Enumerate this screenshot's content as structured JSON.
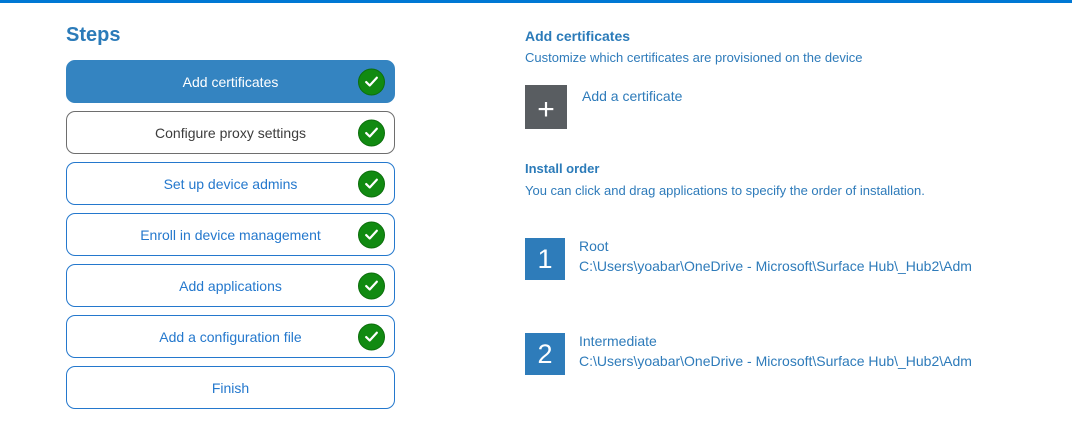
{
  "colors": {
    "top_rule": "#0078d4",
    "selected_step_bg": "#3484c1",
    "step_blue": "#2478cd",
    "heading_blue": "#2b7bb9",
    "check_green": "#118a11",
    "add_tile_gray": "#595d61",
    "number_tile_blue": "#2e7cba"
  },
  "sidebar": {
    "title": "Steps",
    "steps": [
      {
        "label": "Add certificates",
        "state": "selected",
        "checked": true
      },
      {
        "label": "Configure proxy settings",
        "state": "hover",
        "checked": true
      },
      {
        "label": "Set up device admins",
        "state": "normal",
        "checked": true
      },
      {
        "label": "Enroll in device management",
        "state": "normal",
        "checked": true
      },
      {
        "label": "Add applications",
        "state": "normal",
        "checked": true
      },
      {
        "label": "Add a configuration file",
        "state": "normal",
        "checked": true
      },
      {
        "label": "Finish",
        "state": "normal",
        "checked": false
      }
    ]
  },
  "main": {
    "section_title": "Add certificates",
    "section_subtitle": "Customize which certificates are provisioned on the device",
    "add_certificate": {
      "glyph": "+",
      "label": "Add a certificate"
    },
    "install_order": {
      "title": "Install order",
      "subtitle": "You can click and drag applications to specify the order of installation.",
      "items": [
        {
          "number": "1",
          "name": "Root",
          "path": "C:\\Users\\yoabar\\OneDrive - Microsoft\\Surface Hub\\_Hub2\\Adm"
        },
        {
          "number": "2",
          "name": "Intermediate",
          "path": "C:\\Users\\yoabar\\OneDrive - Microsoft\\Surface Hub\\_Hub2\\Adm"
        }
      ]
    }
  }
}
